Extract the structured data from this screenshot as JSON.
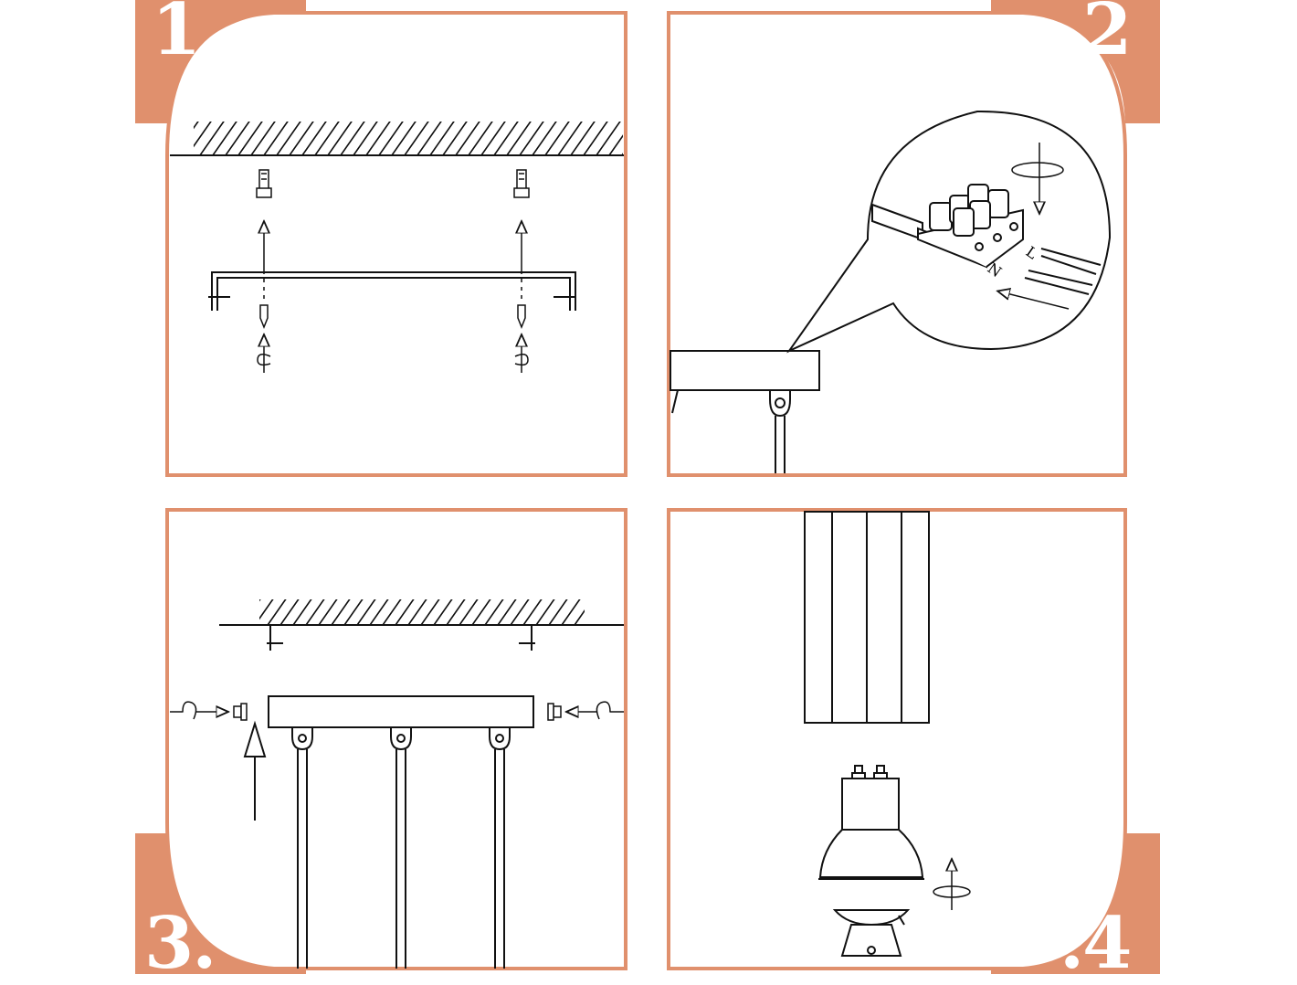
{
  "colors": {
    "accent": "#E0906D",
    "line": "#111111",
    "background": "#FFFFFF"
  },
  "steps": [
    {
      "label": "1.",
      "icons": [
        "ceiling-hatch",
        "wall-anchor-icon",
        "mounting-bracket",
        "screw-icon",
        "rotate-arrow-icon"
      ]
    },
    {
      "label": ".2",
      "icons": [
        "terminal-block-icon",
        "wire-icon",
        "insert-arrow-icon",
        "rotate-arrow-icon"
      ]
    },
    {
      "label": "3.",
      "icons": [
        "ceiling-hatch",
        "canopy-plate",
        "side-screw-icon",
        "pendant-rod",
        "push-up-arrow-icon"
      ]
    },
    {
      "label": ".4",
      "icons": [
        "pendant-shade",
        "gu10-bulb-icon",
        "bulb-socket-icon",
        "rotate-arrow-icon"
      ]
    }
  ],
  "terminal_labels": {
    "live": "L",
    "neutral": "N"
  }
}
